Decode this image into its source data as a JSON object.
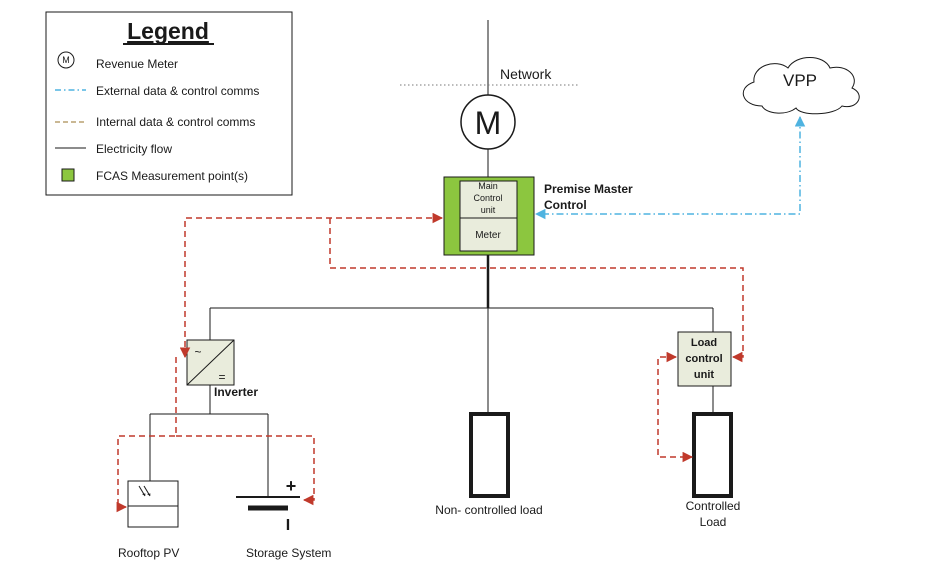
{
  "legend": {
    "title": "Legend",
    "meter_symbol": "M",
    "items": [
      {
        "label": "Revenue Meter"
      },
      {
        "label": "External data & control comms"
      },
      {
        "label": "Internal data & control comms"
      },
      {
        "label": "Electricity flow"
      },
      {
        "label": "FCAS Measurement point(s)"
      }
    ]
  },
  "network": {
    "label": "Network"
  },
  "revenue_meter": {
    "symbol": "M"
  },
  "vpp": {
    "label": "VPP"
  },
  "premise_master": {
    "label_line1": "Premise Master",
    "label_line2": "Control",
    "main_unit_line1": "Main",
    "main_unit_line2": "Control",
    "main_unit_line3": "unit",
    "meter_label": "Meter"
  },
  "inverter": {
    "label": "Inverter",
    "ac_symbol": "~",
    "dc_symbol": "="
  },
  "rooftop_pv": {
    "label": "Rooftop PV"
  },
  "storage": {
    "label": "Storage System",
    "plus": "+",
    "minus": "I"
  },
  "non_controlled_load": {
    "label": "Non- controlled load"
  },
  "load_control_unit": {
    "line1": "Load",
    "line2": "control",
    "line3": "unit"
  },
  "controlled_load": {
    "line1": "Controlled",
    "line2": "Load"
  },
  "colors": {
    "external_comms": "#4fb3e0",
    "internal_comms": "#c0392b",
    "fcas_green": "#8cc63f",
    "line": "#1a1a1a"
  }
}
